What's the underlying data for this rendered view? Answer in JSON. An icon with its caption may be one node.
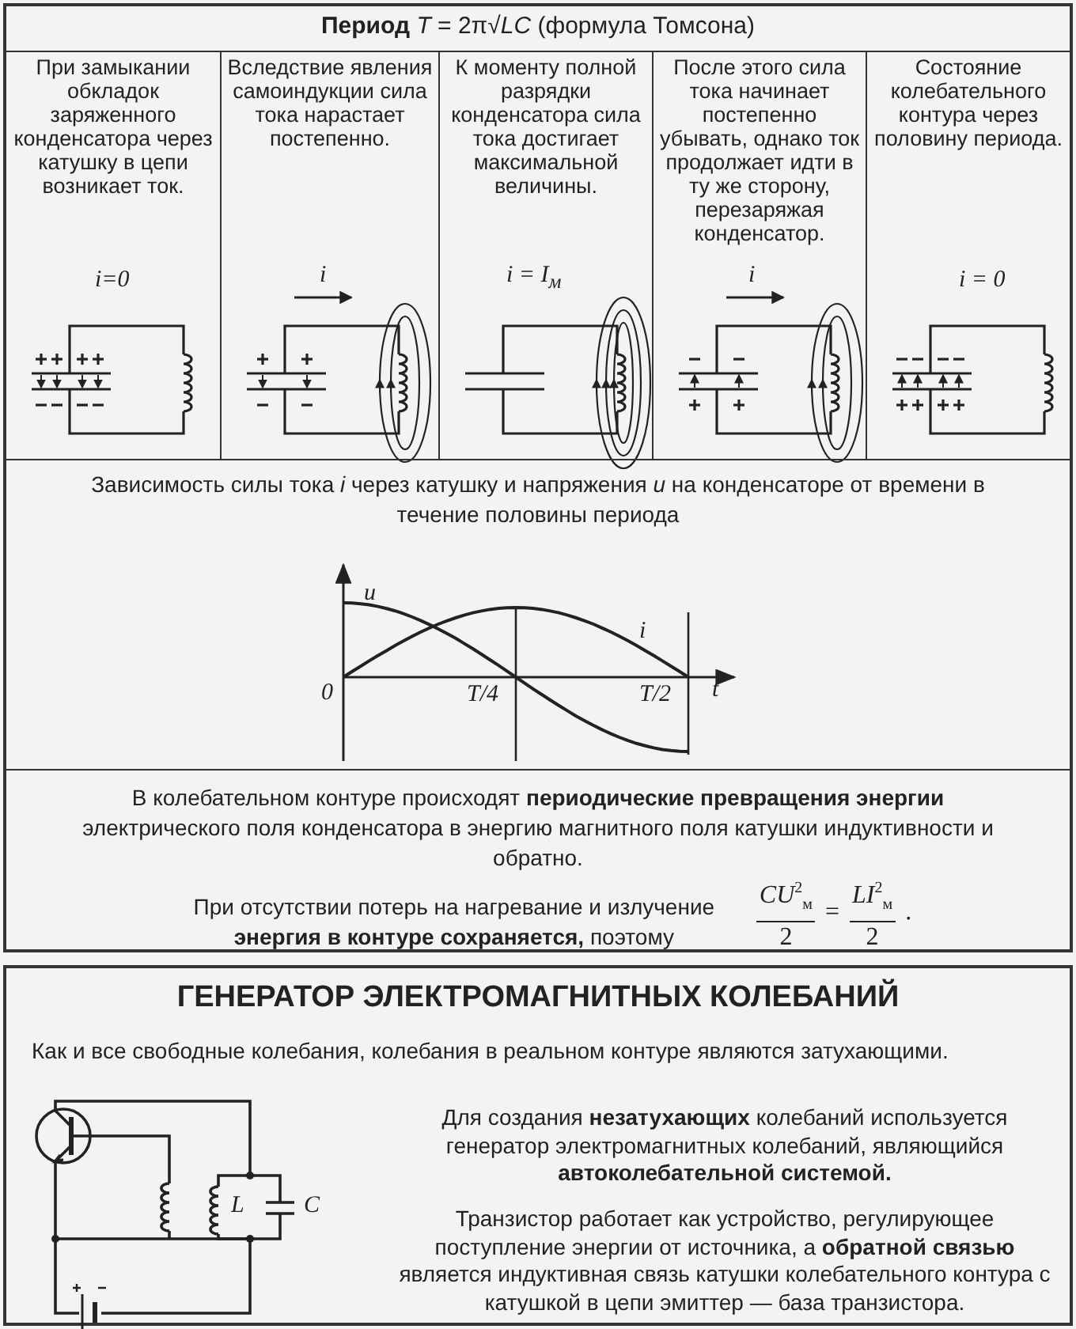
{
  "diagram": {
    "nodes": [
      {
        "text": [
          "**Период**  *T* = 2π√*LC*  (формула Томсона)"
        ]
      },
      {
        "text": [
          "При замыкании обкладок заряженного конденсатора через катушку в цепи возникает ток.",
          "i=0"
        ],
        "in": 0
      },
      {
        "text": [
          "Вследствие явления самоиндукции сила тока нарастает постепенно.",
          "i"
        ],
        "in": 0
      },
      {
        "text": [
          "К моменту полной разрядки конденсатора сила тока достигает максимальной величины.",
          "i = I$_{м}$"
        ],
        "in": 0
      },
      {
        "text": [
          "После этого сила тока начинает постепенно убывать, однако ток продолжает идти в ту же сторону, перезаряжая конденсатор.",
          "i"
        ],
        "in": 0
      },
      {
        "text": [
          "Состояние колебательного контура через половину периода.",
          "i = 0"
        ],
        "in": 0
      },
      {
        "text": [
          "Зависимость силы  тока  *i* через катушку и напряжения *u* на конденсаторе от времени в течение половины периода"
        ],
        "in": 0
      },
      {
        "text": [
          "В колебательном  контуре происходят **периодические превращения энергии** электрического поля конденсатора в энергию магнитного поля катушки индуктивности и обратно.",
          "При отсутствии потерь на нагревание и излучение **энергия в контуре сохраняется,** поэтому"
        ],
        "in": 0
      },
      {
        "text": [
          "ГЕНЕРАТОР ЭЛЕКТРОМАГНИТНЫХ КОЛЕБАНИЙ",
          "Как и все свободные колебания, колебания в реальном контуре являются затухающими.",
          "Для создания **незатухающих** колебаний используется генератор электромагнитных колебаний, являющийся **автоколебательной системой.**",
          "Транзистор работает как устройство, регулирующее поступление энергии от источника, а **обратной связью** является индуктивная связь катушки колебательного контура с катушкой в цепи эмиттер — база транзистора."
        ]
      }
    ],
    "labels": [
      "u",
      "i",
      "0",
      "T/4",
      "T/2",
      "t",
      "CU$^{2}$$_{м}$",
      "2",
      "=",
      "LI$^{2}$$_{м}$",
      "2",
      ".",
      "L",
      "C"
    ]
  }
}
